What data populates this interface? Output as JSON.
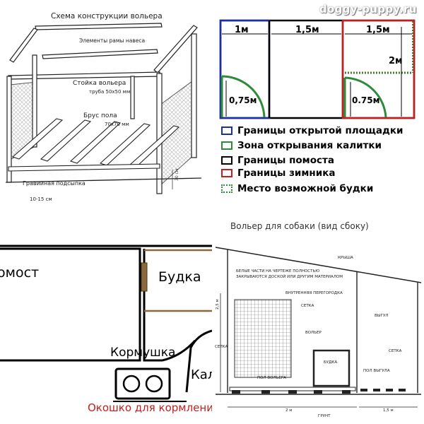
{
  "watermark": "doggy-puppy.ru",
  "colors": {
    "blue": "#1a2fa8",
    "green": "#2e8b3a",
    "red": "#c41f1f",
    "black": "#000000",
    "brown": "#8a6a3a",
    "hatch": "#777777"
  },
  "panel_frame": {
    "title": "Схема конструкции вольера",
    "labels": {
      "roof_frame": "Элементы рамы навеса",
      "post": "Стойка вольера",
      "post_size": "труба 50х50 мм",
      "beam": "Брус пола",
      "beam_size": "70х70 мм",
      "gravel": "Гравийная подсыпка",
      "gravel_depth": "10-15 см",
      "height": "30 см"
    }
  },
  "panel_plan": {
    "dims": {
      "w1": "1м",
      "w2": "1,5м",
      "w3": "1,5м",
      "h_right": "2м",
      "gate_left": "0,75м",
      "gate_right": "0.75м"
    },
    "legend": [
      {
        "label": "Границы открытой площадки",
        "style": "blue"
      },
      {
        "label": "Зона открывания калитки",
        "style": "green"
      },
      {
        "label": "Границы помоста",
        "style": "black"
      },
      {
        "label": "Границы зимника",
        "style": "red"
      },
      {
        "label": "Место возможной будки",
        "style": "dotted"
      }
    ]
  },
  "panel_top": {
    "platform": "омост",
    "booth": "Будка",
    "feeder": "Кормушка",
    "gate": "Кал",
    "feed_window": "Окошко для кормления"
  },
  "panel_side": {
    "title": "Вольер для собаки  (вид сбоку)",
    "labels": {
      "roof": "КРЫША",
      "note_line1": "БЕЛЫЕ ЧАСТИ НА ЧЕРТЕЖЕ ПОЛНОСТЬЮ",
      "note_line2": "ЗАКРЫВАЮТСЯ ДОСКОЙ ИЛИ ДРУГИМ МАТЕРИАЛОМ",
      "partition": "ВНУТРЕННЯЯ ПЕРЕГОРОДКА",
      "mesh_left": "СЕТКА",
      "mesh_right": "СЕТКА",
      "mesh_side": "СЕТКА",
      "aviary": "ВОЛЬЕР",
      "run": "ВЫГУЛ",
      "booth": "БУДКА",
      "aviary_floor": "ПОЛ ВОЛЬЕРА",
      "run_floor": "ПОЛ ВЫГУЛА",
      "ground": "ГРУНТ",
      "width_main": "2 м",
      "width_run": "1,5 м",
      "height": "2,5 м"
    }
  }
}
